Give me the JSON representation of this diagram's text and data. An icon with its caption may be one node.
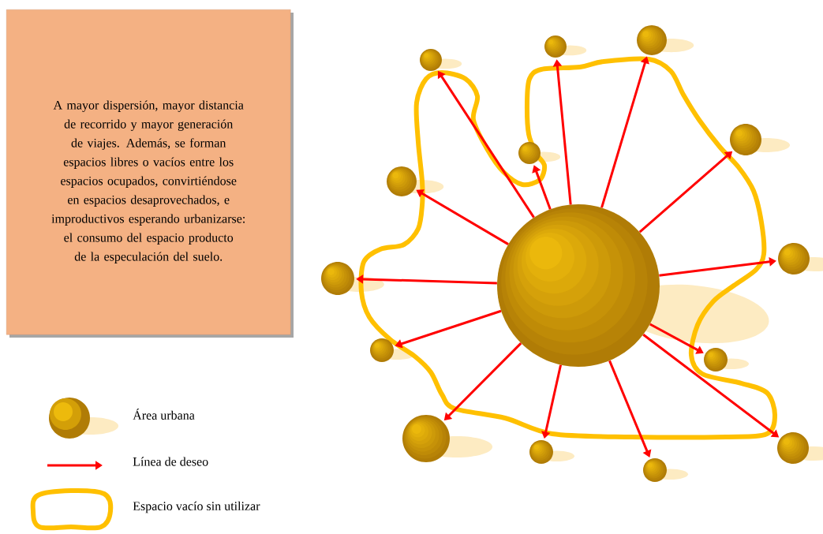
{
  "diagram": {
    "nodes": [
      {
        "text": [
          "A mayor dispersión, mayor distancia de recorrido y mayor generación de viajes. Además, se forman espacios libres o vacíos entre los espacios ocupados, convirtiéndose en espacios desaprovechados, e improductivos esperando urbanizarse: el consumo del espacio producto de la especulación del suelo."
        ]
      },
      {
        "text": [],
        "shape": "circle"
      },
      {
        "text": [],
        "shape": "circle"
      },
      {
        "text": [],
        "shape": "circle"
      },
      {
        "text": [],
        "shape": "circle"
      },
      {
        "text": [],
        "shape": "circle"
      },
      {
        "text": [],
        "shape": "circle"
      },
      {
        "text": [],
        "shape": "circle"
      },
      {
        "text": [],
        "shape": "circle"
      },
      {
        "text": [],
        "shape": "circle"
      },
      {
        "text": [],
        "shape": "circle"
      },
      {
        "text": [],
        "shape": "circle"
      },
      {
        "text": [],
        "shape": "circle"
      },
      {
        "text": [],
        "shape": "circle"
      },
      {
        "text": [],
        "shape": "circle"
      },
      {
        "text": [],
        "shape": "circle"
      }
    ],
    "edges": [
      {
        "from": 1,
        "to": 2,
        "arrow": "to"
      },
      {
        "from": 1,
        "to": 3,
        "arrow": "to"
      },
      {
        "from": 1,
        "to": 4,
        "arrow": "to"
      },
      {
        "from": 1,
        "to": 5,
        "arrow": "to"
      },
      {
        "from": 1,
        "to": 6,
        "arrow": "to"
      },
      {
        "from": 1,
        "to": 7,
        "arrow": "to"
      },
      {
        "from": 1,
        "to": 8,
        "arrow": "to"
      },
      {
        "from": 1,
        "to": 9,
        "arrow": "to"
      },
      {
        "from": 1,
        "to": 10,
        "arrow": "to"
      },
      {
        "from": 1,
        "to": 11,
        "arrow": "to"
      },
      {
        "from": 1,
        "to": 12,
        "arrow": "to"
      },
      {
        "from": 1,
        "to": 13,
        "arrow": "to"
      },
      {
        "from": 1,
        "to": 14,
        "arrow": "to"
      },
      {
        "from": 1,
        "to": 15,
        "arrow": "to"
      }
    ],
    "legend": [
      {
        "text": "Área urbana"
      },
      {
        "text": "Línea de deseo"
      },
      {
        "text": "Espacio vacío sin utilizar"
      }
    ]
  }
}
